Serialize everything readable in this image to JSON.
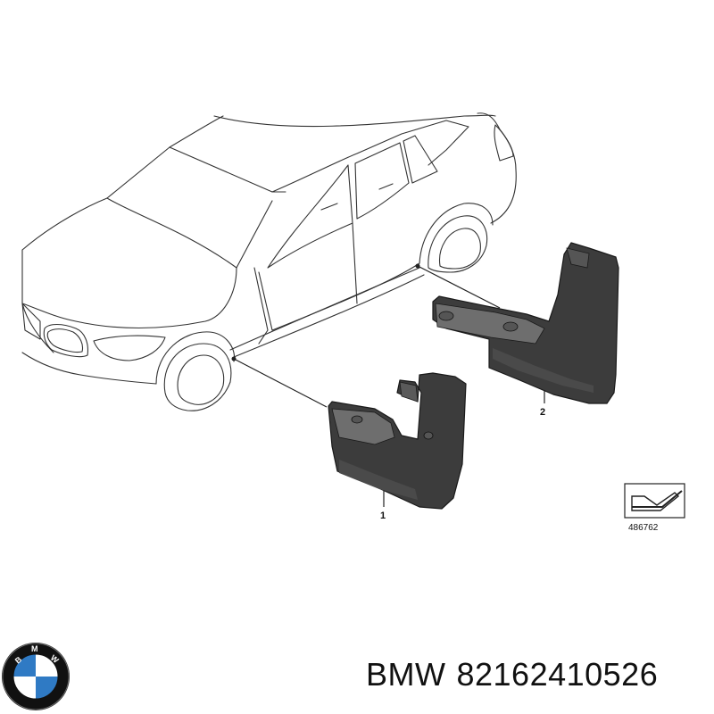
{
  "diagram": {
    "callouts": [
      "1",
      "2"
    ],
    "reference_number": "486762"
  },
  "logo": {
    "text": "BMW",
    "colors": {
      "blue": "#2f7ac4",
      "white": "#ffffff",
      "ring": "#111111"
    }
  },
  "caption": {
    "brand": "BMW",
    "part_number": "82162410526"
  },
  "colors": {
    "part_fill": "#3c3c3c",
    "part_highlight": "#6e6e6e",
    "line": "#333333"
  }
}
